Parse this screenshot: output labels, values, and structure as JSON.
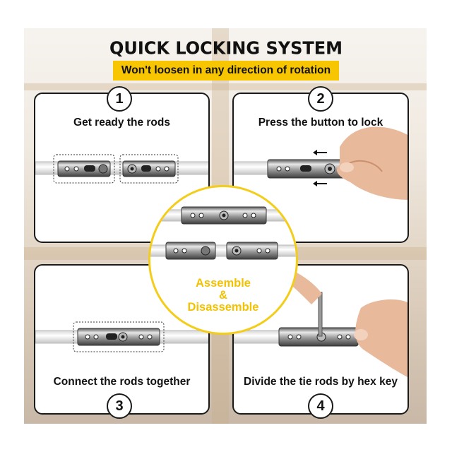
{
  "title": "QUICK LOCKING SYSTEM",
  "subtitle": "Won't loosen in any direction of rotation",
  "steps": [
    {
      "number": "1",
      "caption": "Get ready the rods"
    },
    {
      "number": "2",
      "caption": "Press the button to lock"
    },
    {
      "number": "3",
      "caption": "Connect the rods together"
    },
    {
      "number": "4",
      "caption": "Divide the tie rods by hex key"
    }
  ],
  "center": {
    "line1": "Assemble",
    "line2": "&",
    "line3": "Disassemble"
  },
  "colors": {
    "accent": "#f7c600",
    "center_text": "#f3c200",
    "frame": "#1a1a1a",
    "background_wood": "#c8ab88"
  }
}
